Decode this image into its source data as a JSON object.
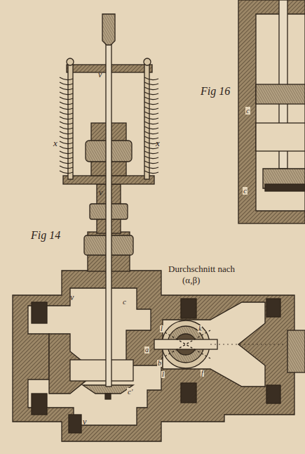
{
  "diagram": {
    "labels": [
      "v",
      "x",
      "x",
      "v",
      "Fig 14",
      "Durchschnitt nach",
      "(α,β)",
      "v",
      "c",
      "c'",
      "v",
      "l",
      "k",
      "a",
      "b",
      "l",
      "f",
      "Fig 16",
      "c",
      "c"
    ]
  }
}
